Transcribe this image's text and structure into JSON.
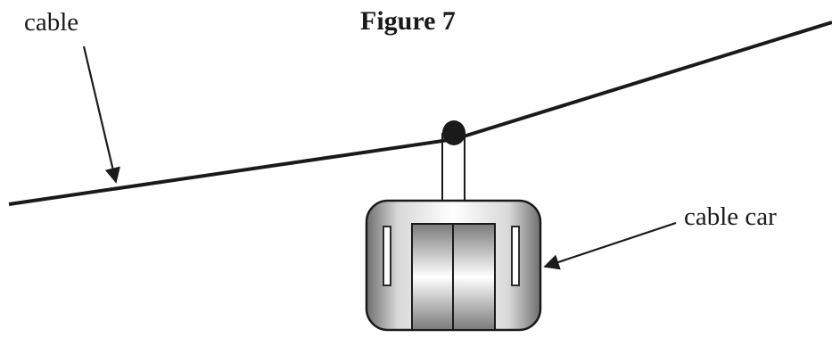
{
  "figure": {
    "title": "Figure 7"
  },
  "labels": {
    "cable": "cable",
    "cable_car": "cable car"
  },
  "colors": {
    "ink": "#1a1a1a",
    "car_light": "#ffffff",
    "car_dark": "#7a7a7a"
  }
}
